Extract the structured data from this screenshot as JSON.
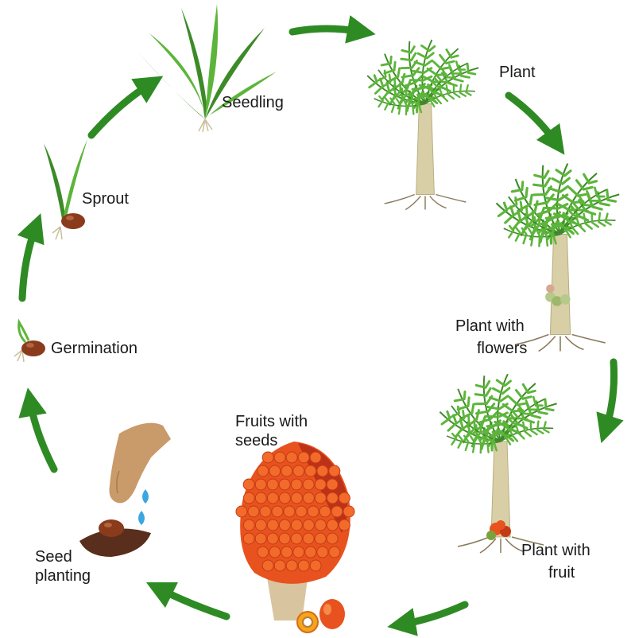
{
  "diagram": {
    "stages": {
      "seedling": "Seedling",
      "plant": "Plant",
      "plant_with_flowers_1": "Plant with",
      "plant_with_flowers_2": "flowers",
      "plant_with_fruit_1": "Plant with",
      "plant_with_fruit_2": "fruit",
      "fruits_with_seeds_1": "Fruits with",
      "fruits_with_seeds_2": "seeds",
      "seed_planting_1": "Seed",
      "seed_planting_2": "planting",
      "germination": "Germination",
      "sprout": "Sprout"
    },
    "colors": {
      "arrow": "#2e8b24",
      "leaf": "#5cb53a",
      "leaf_dark": "#3d8a28",
      "trunk": "#d9cfa6",
      "fruit": "#e8521e",
      "fruit_dark": "#b02a18",
      "seed": "#8a3b1c",
      "hand": "#c99a6a",
      "water": "#3aa7e0"
    }
  }
}
